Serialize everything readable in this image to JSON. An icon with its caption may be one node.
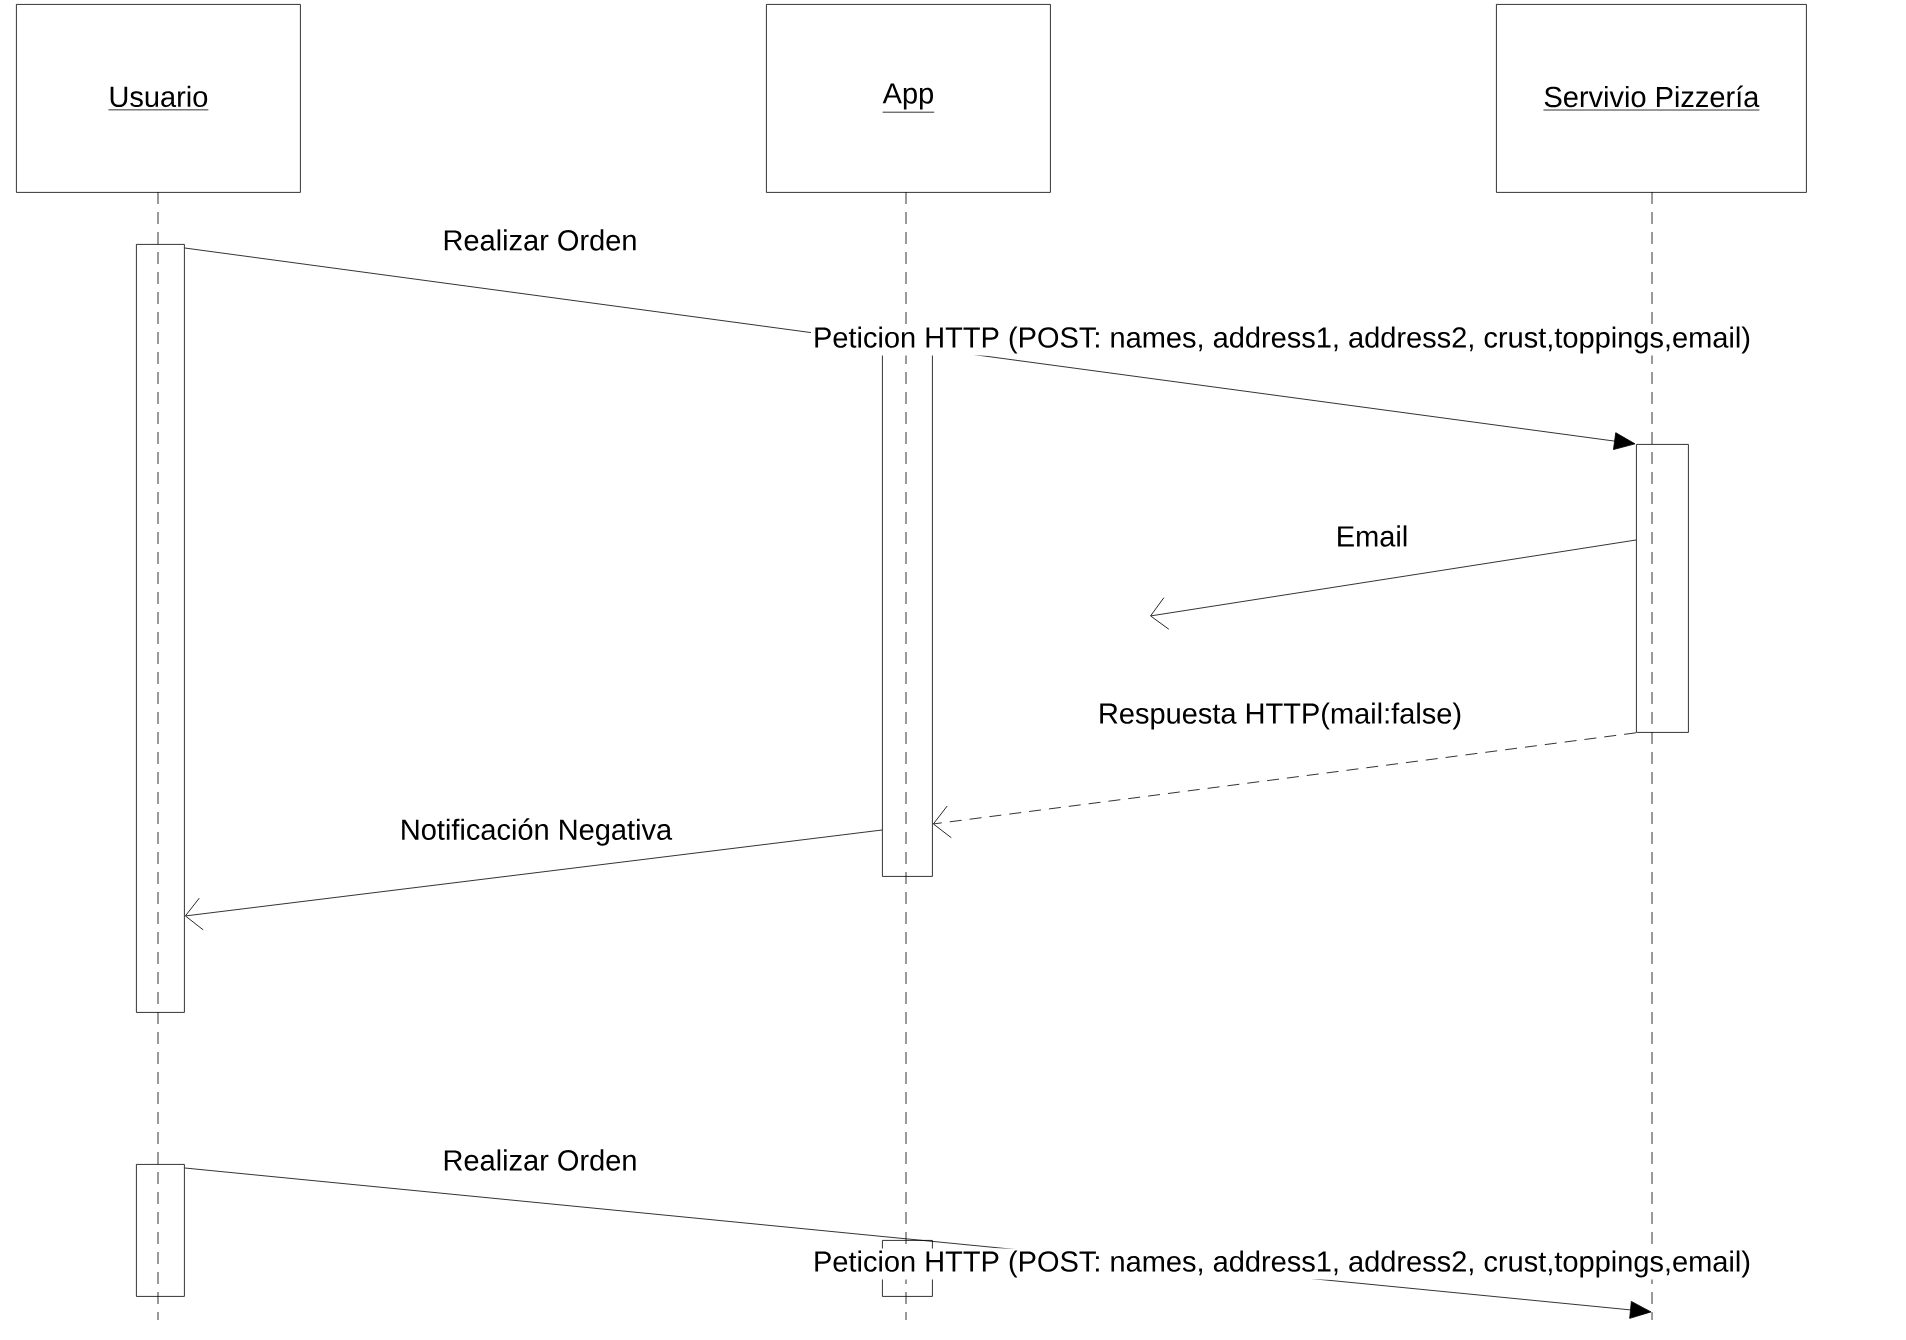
{
  "diagram": {
    "nodes": [
      {
        "text": [
          "Usuario"
        ]
      },
      {
        "text": [
          "App"
        ]
      },
      {
        "text": [
          "Servivio Pizzería"
        ]
      },
      {
        "text": [],
        "shape": "bar"
      },
      {
        "text": [],
        "shape": "bar"
      },
      {
        "text": [],
        "shape": "bar"
      },
      {
        "text": [],
        "shape": "bar"
      },
      {
        "text": [],
        "shape": "bar"
      }
    ],
    "edges": [
      {
        "from": 3,
        "to": 5,
        "arrow": "to",
        "label": "Peticion HTTP (POST: names, address1, address2, crust,toppings,email)"
      },
      {
        "from": 5,
        "to": null,
        "arrow": "to",
        "label": "Email"
      },
      {
        "from": 5,
        "to": 4,
        "arrow": "to",
        "style": "dashed",
        "label": "Respuesta HTTP(mail:false)"
      },
      {
        "from": 4,
        "to": 3,
        "arrow": "to",
        "label": "Notificación Negativa"
      },
      {
        "from": 6,
        "to": null,
        "arrow": "to",
        "label": "Peticion HTTP (POST: names, address1, address2, crust,toppings,email)"
      }
    ],
    "labels": [
      "Realizar Orden",
      "Realizar Orden"
    ]
  }
}
